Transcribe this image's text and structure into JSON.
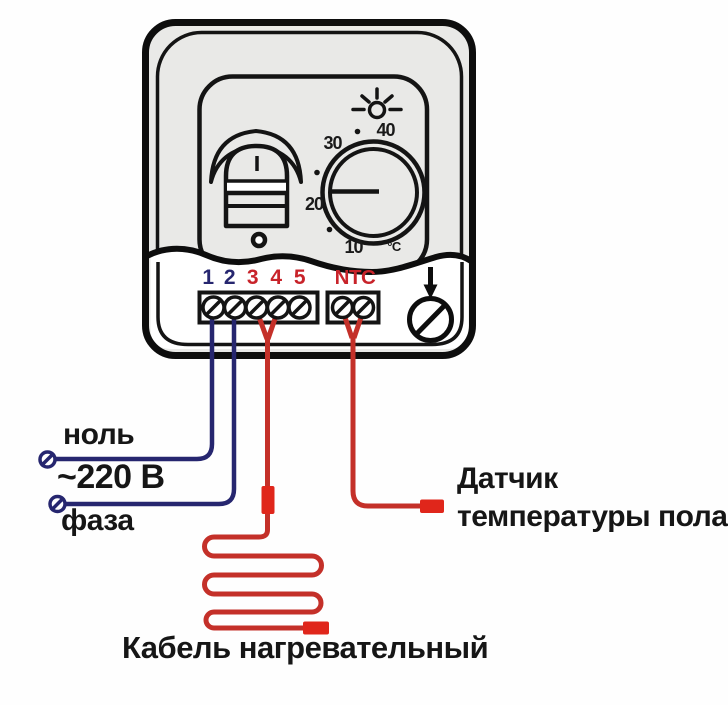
{
  "device": {
    "switch_mark": "I",
    "dial_ticks": {
      "t10": "10",
      "t20": "20",
      "t30": "30",
      "t40": "40",
      "unit": "°C"
    },
    "terminal_numbers": [
      "1",
      "2",
      "3",
      "4",
      "5"
    ],
    "ntc_label": "NTC"
  },
  "labels": {
    "neutral": "ноль",
    "voltage": "~220 В",
    "phase": "фаза",
    "sensor_line1": "Датчик",
    "sensor_line2": "температуры пола",
    "heating_cable": "Кабель нагревательный"
  },
  "colors": {
    "wire_blue": "#26266f",
    "wire_red": "#c43029",
    "connector_red": "#e0261b",
    "label_red": "#c8232a",
    "label_blue": "#26266f",
    "device_fill": "#e9e9e7",
    "outline": "#141414"
  }
}
